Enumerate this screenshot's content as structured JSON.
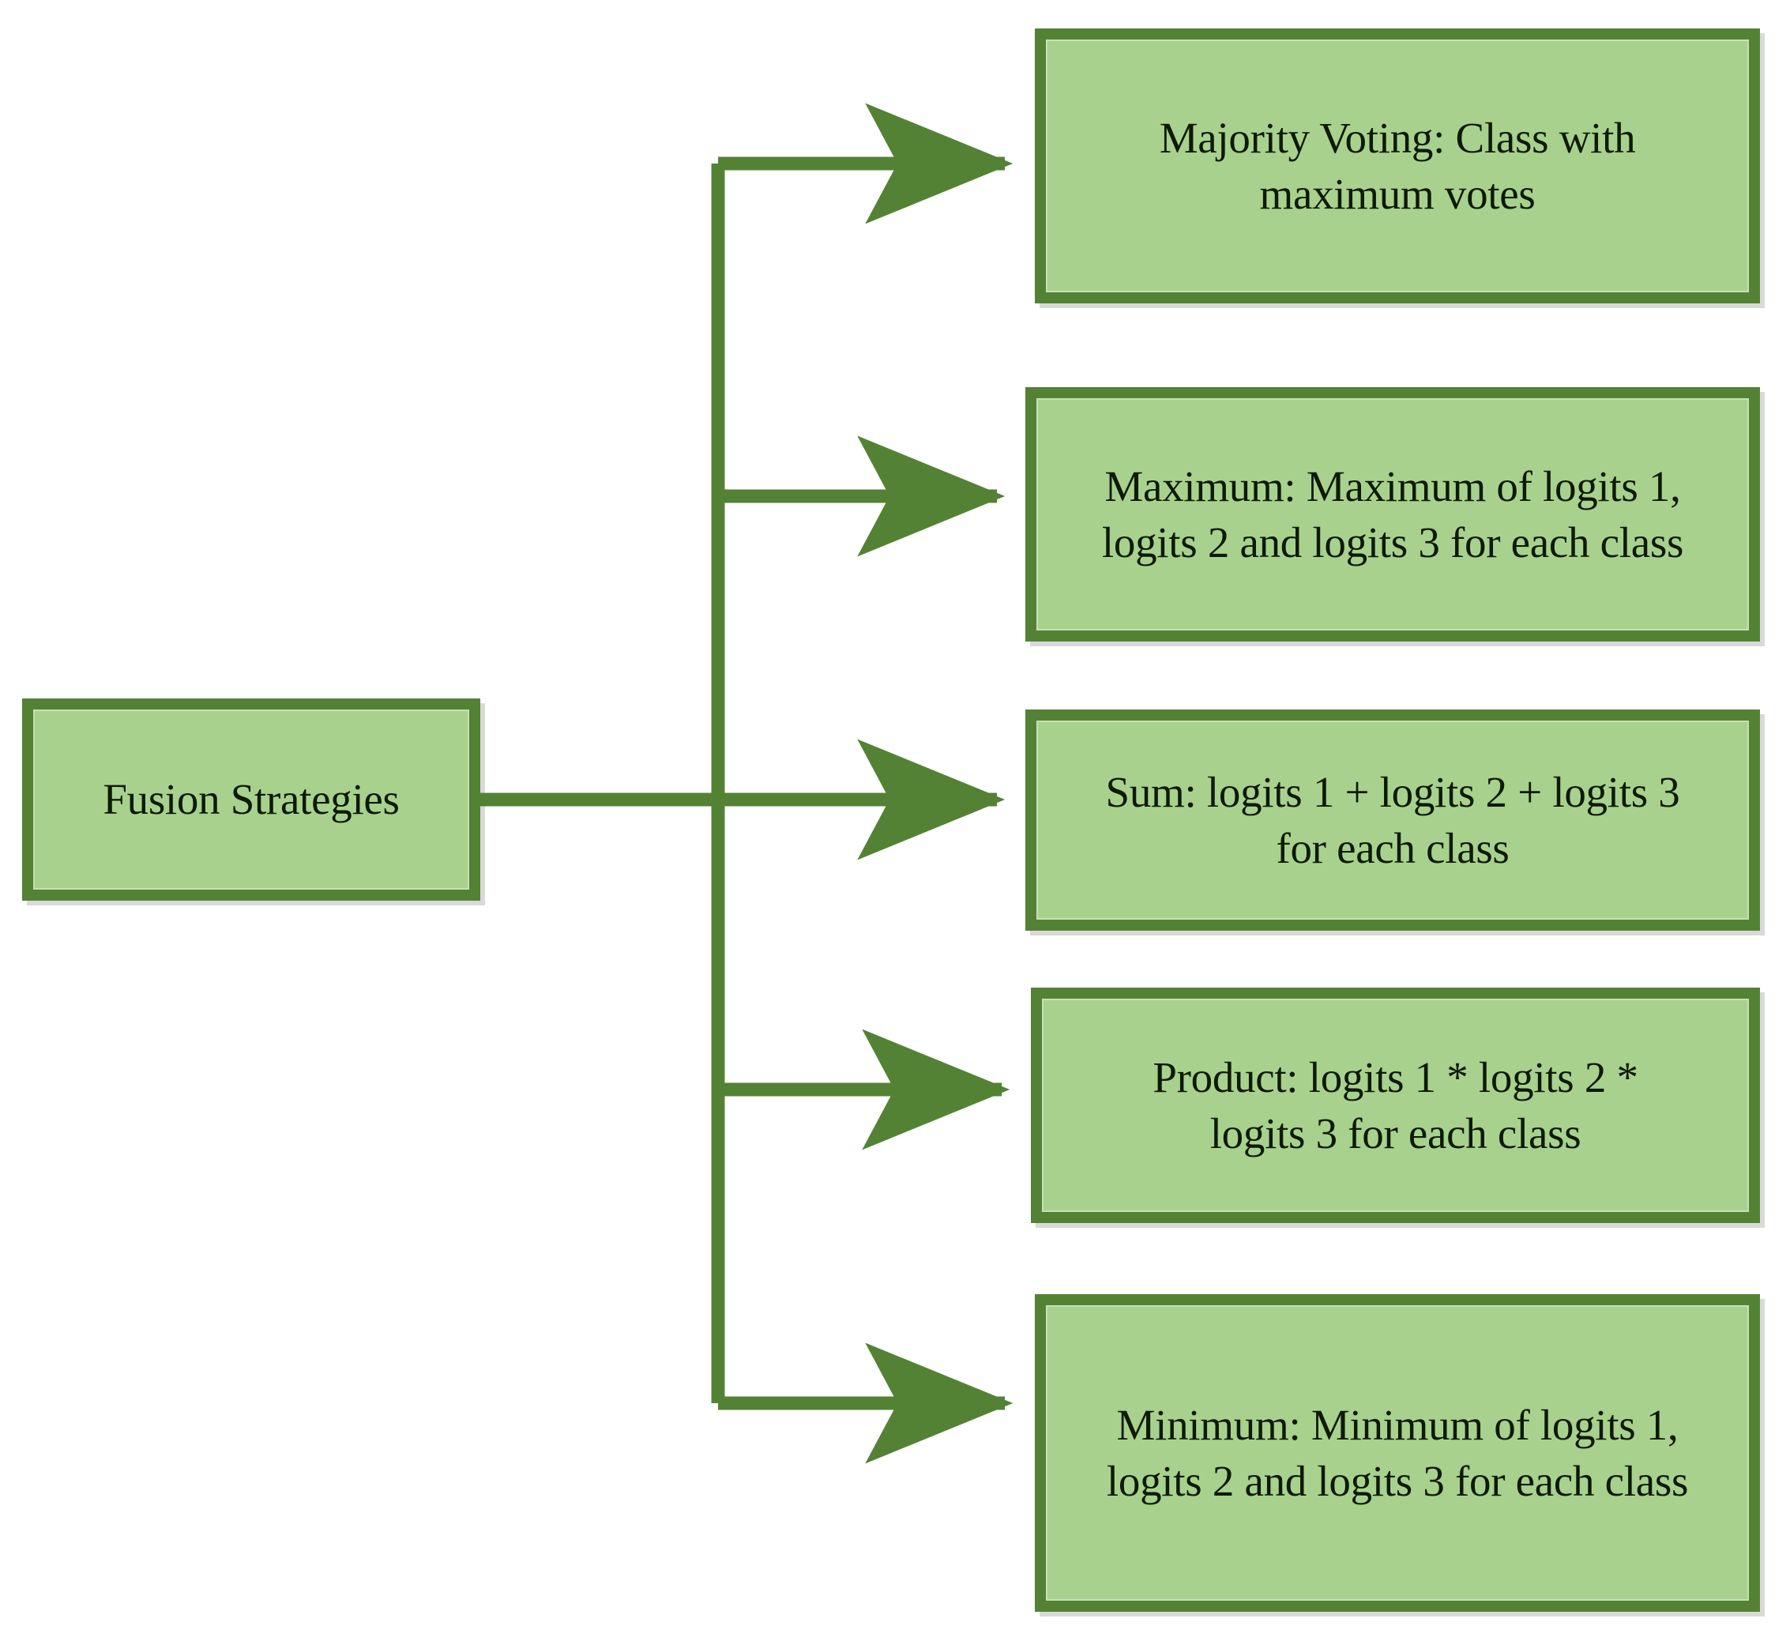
{
  "diagram": {
    "title": "Fusion Strategies",
    "type": "flowchart",
    "orientation": "left-to-right",
    "colors": {
      "node_fill": "#A9D18E",
      "node_border": "#548235",
      "connector": "#548235",
      "text": "#0d1a06",
      "background": "#FFFFFF"
    },
    "root": {
      "id": "fusion-strategies",
      "label": "Fusion Strategies"
    },
    "branches": [
      {
        "id": "majority-voting",
        "name": "Majority Voting",
        "label": "Majority Voting: Class with maximum votes",
        "line1": "Majority Voting: Class with",
        "line2": "maximum votes"
      },
      {
        "id": "maximum",
        "name": "Maximum",
        "label": "Maximum: Maximum of logits 1, logits 2 and logits 3 for each class",
        "line1": "Maximum: Maximum of logits 1,",
        "line2": "logits 2 and logits 3 for each class"
      },
      {
        "id": "sum",
        "name": "Sum",
        "label": "Sum: logits 1 + logits 2 + logits 3 for each class",
        "line1": "Sum: logits 1 + logits 2 + logits 3",
        "line2": "for each class"
      },
      {
        "id": "product",
        "name": "Product",
        "label": "Product: logits 1 * logits 2 * logits 3 for each class",
        "line1": "Product: logits 1 * logits 2 *",
        "line2": "logits 3 for each class"
      },
      {
        "id": "minimum",
        "name": "Minimum",
        "label": "Minimum: Minimum of logits 1, logits 2 and logits 3 for each class",
        "line1": "Minimum: Minimum of logits 1,",
        "line2": "logits 2 and logits 3 for each class"
      }
    ]
  }
}
